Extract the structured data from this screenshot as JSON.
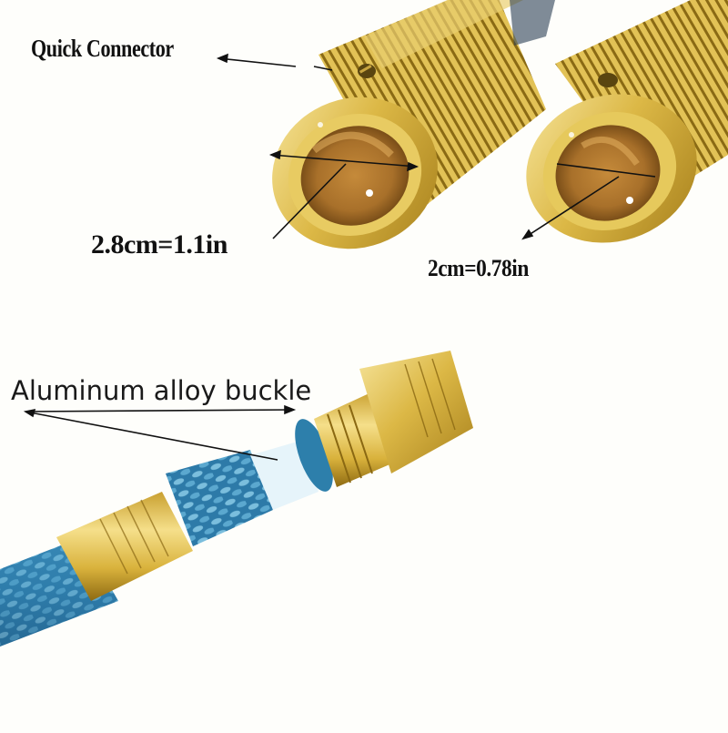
{
  "annotations": {
    "quick_connector": "Quick Connector",
    "large_diameter": "2.8cm=1.1in",
    "small_diameter": "2cm=0.78in",
    "buckle": "Aluminum alloy buckle"
  },
  "components": [
    {
      "name": "Quick Connector",
      "material": "brass",
      "color": "#d8b240"
    },
    {
      "name": "Aluminum alloy buckle",
      "color": "#d9b33a"
    },
    {
      "name": "Hose",
      "color": "#2f7fae"
    }
  ],
  "colors": {
    "background": "#fefefb",
    "brass_light": "#f3dc86",
    "brass_mid": "#d8b240",
    "brass_dark": "#9a7414",
    "brass_inner": "#b5792a",
    "hose_blue": "#2f7fae",
    "hose_light": "#8fd0ea",
    "hose_dark": "#17486e",
    "text": "#111111"
  }
}
